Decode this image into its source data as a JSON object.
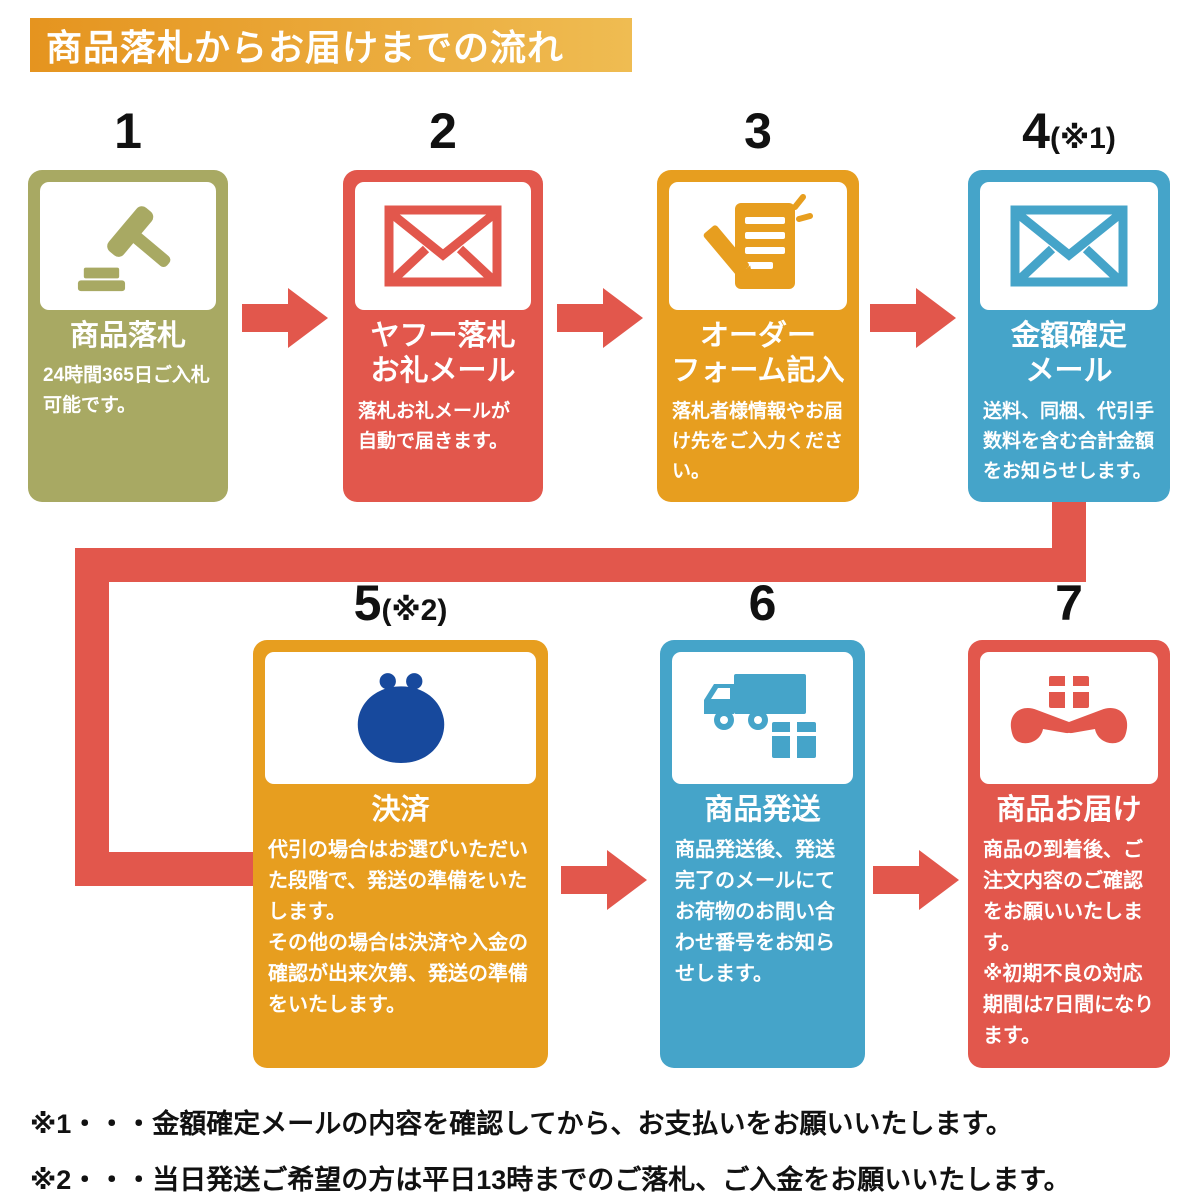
{
  "header": {
    "title": "商品落札からお届けまでの流れ"
  },
  "colors": {
    "arrow": "#e2574c",
    "header_gradient_start": "#e5941f",
    "header_gradient_end": "#efbc52",
    "card_olive": "#a8a963",
    "card_red": "#e2574c",
    "card_orange": "#e79e1f",
    "card_blue": "#45a4c9",
    "purse_navy": "#17499d"
  },
  "steps": [
    {
      "number": "1",
      "number_note": "",
      "title": "商品落札",
      "desc": "24時間365日ご入札可能です。",
      "color": "#a8a963",
      "icon": "gavel-icon"
    },
    {
      "number": "2",
      "number_note": "",
      "title": "ヤフー落札\nお礼メール",
      "desc": "落札お礼メールが自動で届きます。",
      "color": "#e2574c",
      "icon": "mail-icon"
    },
    {
      "number": "3",
      "number_note": "",
      "title": "オーダー\nフォーム記入",
      "desc": "落札者様情報やお届け先をご入力ください。",
      "color": "#e79e1f",
      "icon": "pencil-form-icon"
    },
    {
      "number": "4",
      "number_note": "(※1)",
      "title": "金額確定\nメール",
      "desc": "送料、同梱、代引手数料を含む合計金額をお知らせします。",
      "color": "#45a4c9",
      "icon": "mail-icon"
    },
    {
      "number": "5",
      "number_note": "(※2)",
      "title": "決済",
      "desc": "代引の場合はお選びいただいた段階で、発送の準備をいたします。\nその他の場合は決済や入金の確認が出来次第、発送の準備をいたします。",
      "color": "#e79e1f",
      "icon": "coin-purse-icon",
      "icon_color": "#17499d"
    },
    {
      "number": "6",
      "number_note": "",
      "title": "商品発送",
      "desc": "商品発送後、発送完了のメールにてお荷物のお問い合わせ番号をお知らせします。",
      "color": "#45a4c9",
      "icon": "truck-box-icon"
    },
    {
      "number": "7",
      "number_note": "",
      "title": "商品お届け",
      "desc": "商品の到着後、ご注文内容のご確認をお願いいたします。\n※初期不良の対応期間は7日間になります。",
      "color": "#e2574c",
      "icon": "hands-package-icon"
    }
  ],
  "footnotes": [
    "※1・・・金額確定メールの内容を確認してから、お支払いをお願いいたします。",
    "※2・・・当日発送ご希望の方は平日13時までのご落札、ご入金をお願いいたします。"
  ]
}
